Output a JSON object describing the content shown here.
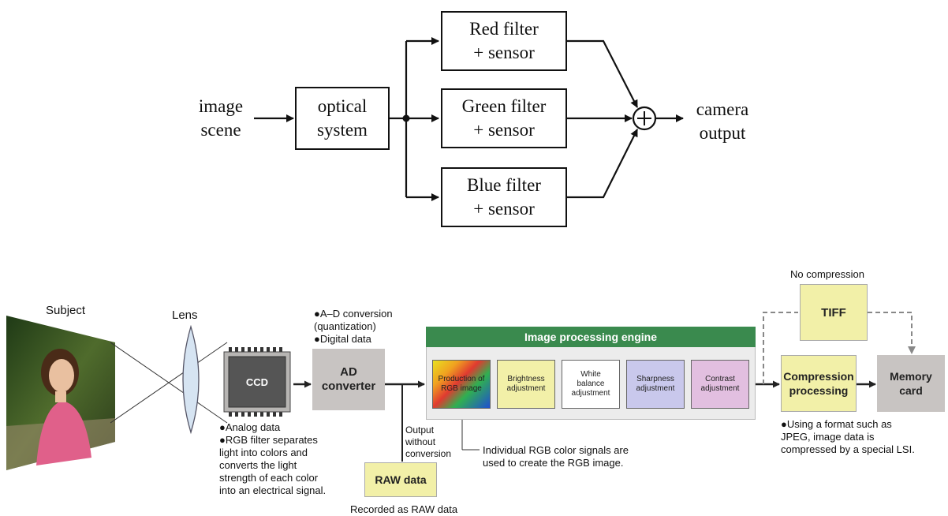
{
  "top_diagram": {
    "input_label": "image\nscene",
    "optical_label": "optical\nsystem",
    "red_label": "Red filter\n+ sensor",
    "green_label": "Green filter\n+ sensor",
    "blue_label": "Blue filter\n+ sensor",
    "output_label": "camera\noutput"
  },
  "bottom_diagram": {
    "subject_label": "Subject",
    "lens_label": "Lens",
    "ccd_label": "CCD",
    "ad_converter_label": "AD\nconverter",
    "ad_notes": "●A–D conversion\n (quantization)\n●Digital data",
    "ccd_notes": "●Analog data\n●RGB filter separates\nlight into colors and\nconverts the light\nstrength of each color\ninto an electrical signal.",
    "output_without_conversion": "Output\nwithout\nconversion",
    "raw_label": "RAW data",
    "raw_note": "Recorded as RAW data",
    "engine_title": "Image processing engine",
    "steps": [
      {
        "label": "Production of\nRGB image"
      },
      {
        "label": "Brightness\nadjustment"
      },
      {
        "label": "White\nbalance\nadjustment"
      },
      {
        "label": "Sharpness\nadjustment"
      },
      {
        "label": "Contrast\nadjustment"
      }
    ],
    "rgb_note": "Individual RGB color signals are\nused to create the RGB image.",
    "no_compression_label": "No compression",
    "tiff_label": "TIFF",
    "compression_label": "Compression\nprocessing",
    "compression_note": "●Using a format such as\nJPEG, image data is\ncompressed by a special LSI.",
    "memory_label": "Memory\ncard"
  },
  "colors": {
    "engine_header": "#3a8a4e",
    "engine_panel": "#ececec",
    "box_gray": "#c8c4c2",
    "box_yellow": "#f2f0a8",
    "box_white": "#ffffff",
    "box_lavender": "#c9c8ec",
    "box_pink": "#e2bfe0",
    "ccd_dark": "#555555"
  }
}
